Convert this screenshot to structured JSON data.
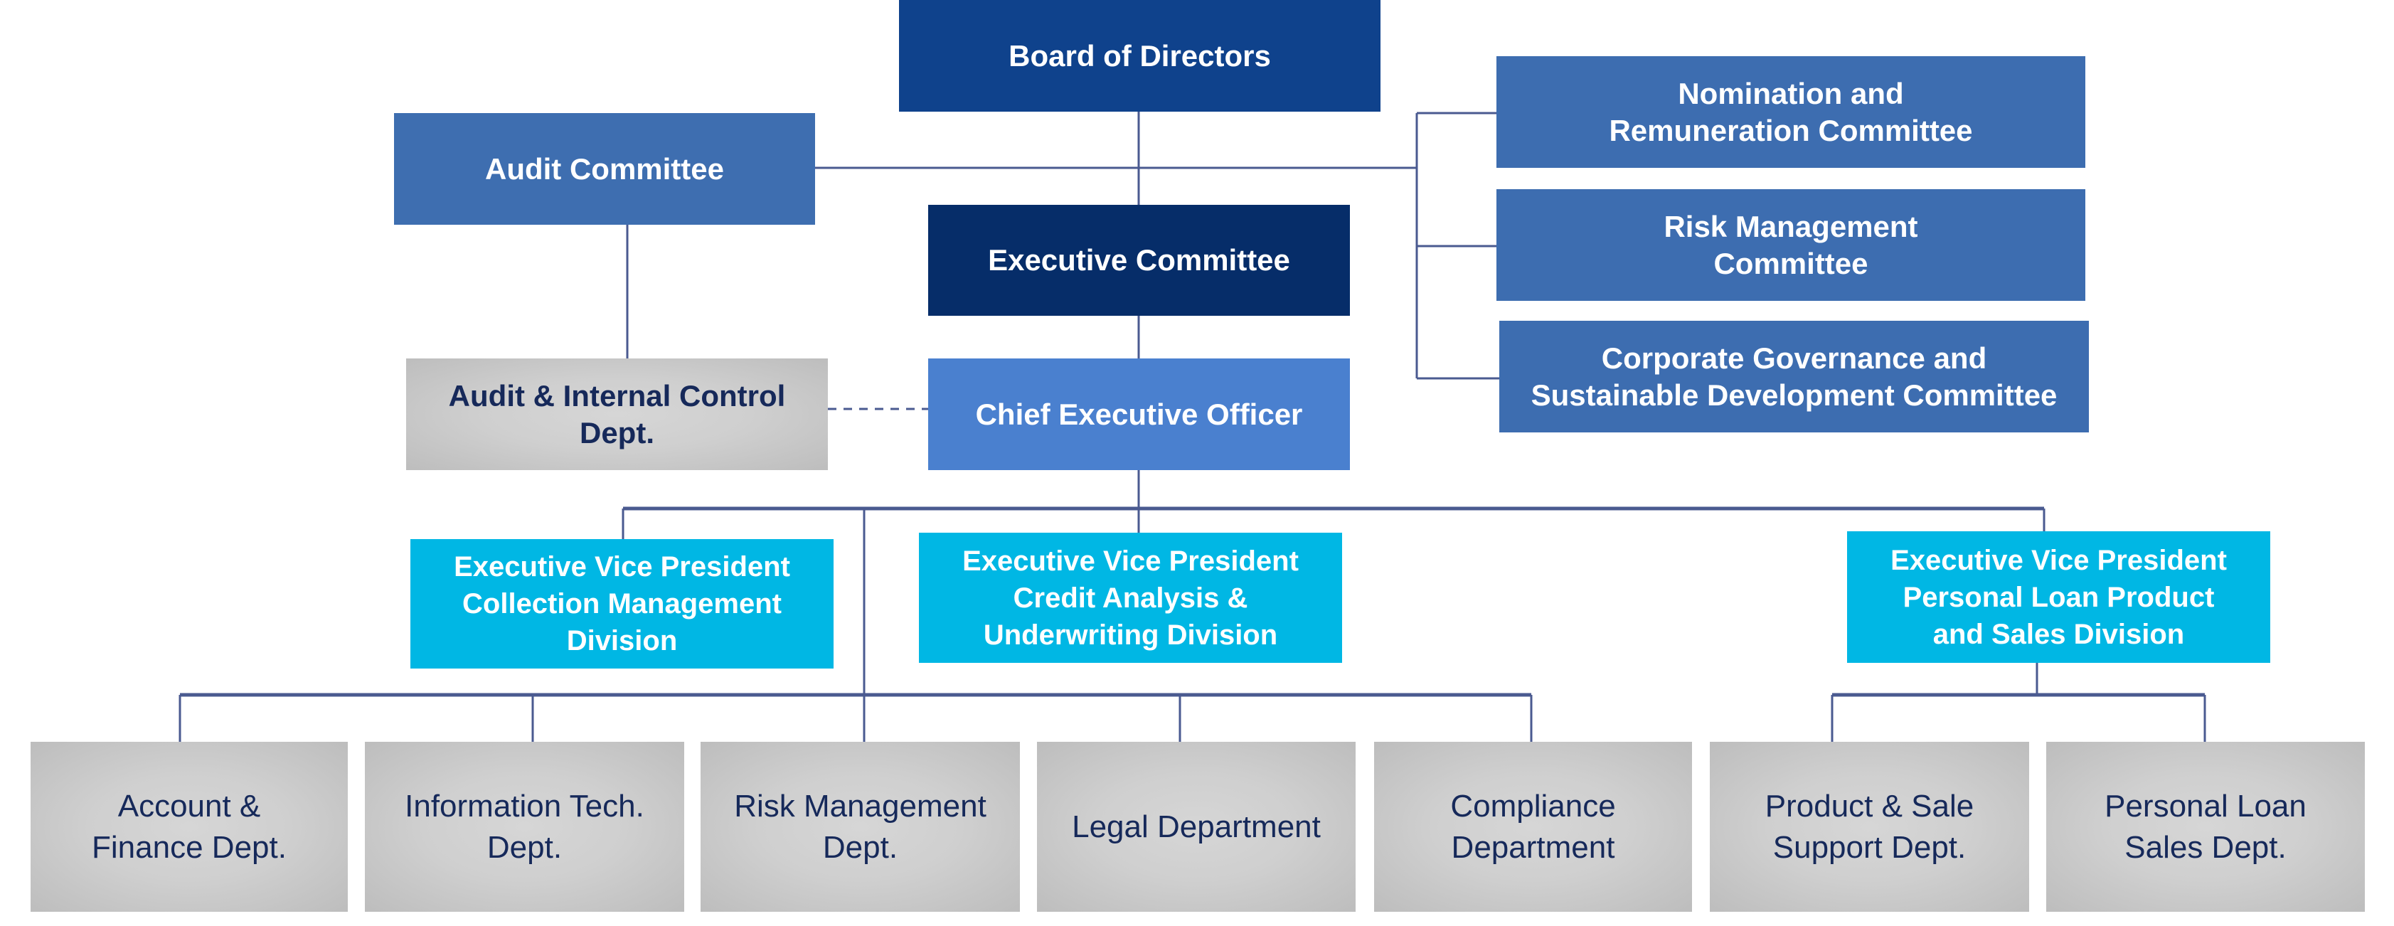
{
  "colors": {
    "board": "#0f428c",
    "committee": "#3e6eb0",
    "executive_committee": "#062d69",
    "ceo": "#4a80cf",
    "evp": "#00b7e4",
    "connector": "#4a5a90",
    "dept_text": "#16295a"
  },
  "governance": {
    "board": "Board of  Directors",
    "audit_committee": "Audit Committee",
    "executive_committee": "Executive Committee",
    "ceo": "Chief Executive Officer",
    "audit_internal_control": "Audit & Internal Control\nDept.",
    "nomination_committee": "Nomination and\nRemuneration Committee",
    "risk_committee": "Risk Management\nCommittee",
    "cg_committee": "Corporate Governance and\nSustainable Development Committee"
  },
  "evps": [
    "Executive Vice President\nCollection Management\nDivision",
    "Executive Vice President\nCredit Analysis &\nUnderwriting Division",
    "Executive Vice President\nPersonal Loan Product\nand Sales Division"
  ],
  "departments": [
    "Account &\nFinance Dept.",
    "Information Tech.\nDept.",
    "Risk Management\nDept.",
    "Legal Department",
    "Compliance\nDepartment",
    "Product & Sale\nSupport Dept.",
    "Personal Loan\nSales Dept."
  ]
}
